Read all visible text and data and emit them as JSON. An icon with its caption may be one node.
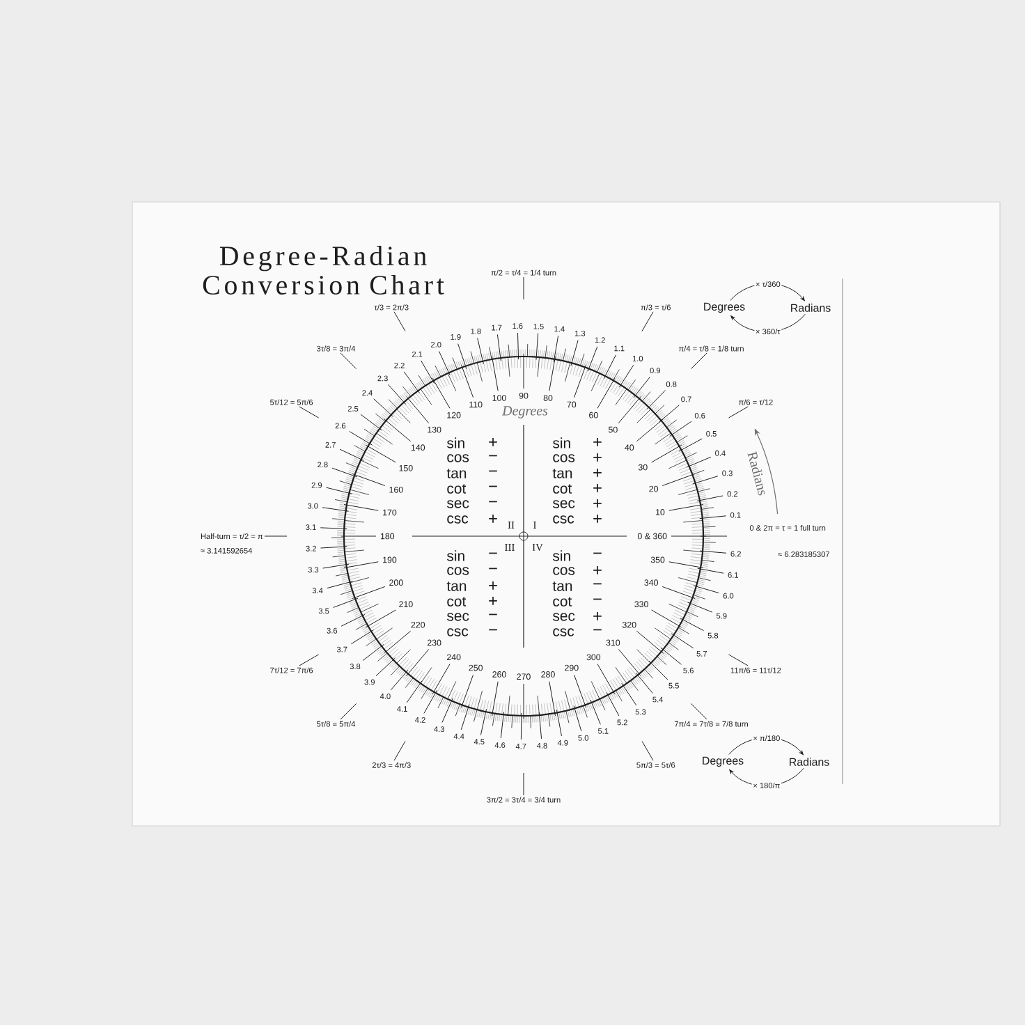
{
  "diagram": {
    "title": "Degree-Radian Conversion Chart",
    "nodes": [
      {
        "text": [
          "π/2 = τ/4 = 1/4 turn"
        ]
      },
      {
        "text": [
          "Degrees"
        ]
      },
      {
        "text": [
          "Radians"
        ]
      },
      {
        "text": [
          "τ/3 = 2π/3"
        ]
      },
      {
        "text": [
          "π/3 = τ/6"
        ]
      },
      {
        "text": [
          "3τ/8 = 3π/4"
        ]
      },
      {
        "text": [
          "π/4 = τ/8 = 1/8 turn"
        ]
      },
      {
        "text": [
          "5τ/12 = 5π/6"
        ]
      },
      {
        "text": [
          "π/6 = τ/12"
        ]
      },
      {
        "text": [
          "Half-turn = τ/2 = π"
        ],
        "beside": [
          "≈ 3.141592654"
        ]
      },
      {
        "text": [
          "7τ/12 = 7π/6"
        ]
      },
      {
        "text": [
          "11π/6 = 11τ/12"
        ]
      },
      {
        "text": [
          "5τ/8 = 5π/4"
        ]
      },
      {
        "text": [
          "7π/4 = 7τ/8 = 7/8 turn"
        ]
      },
      {
        "text": [
          "2τ/3 = 4π/3"
        ]
      },
      {
        "text": [
          "5π/3 = 5τ/6"
        ]
      },
      {
        "text": [
          "Degrees"
        ]
      },
      {
        "text": [
          "Radians"
        ]
      },
      {
        "text": [
          "3π/2 = 3τ/4 = 3/4 turn"
        ]
      }
    ],
    "edges": [
      {
        "from": 1,
        "to": 2,
        "arrow": "to",
        "label": "× τ/360"
      },
      {
        "from": 2,
        "to": 1,
        "arrow": "to",
        "label": "× 360/τ"
      },
      {
        "from": 16,
        "to": 17,
        "arrow": "to",
        "label": "× π/180"
      },
      {
        "from": 17,
        "to": 16,
        "arrow": "to",
        "label": "× 180/π"
      },
      {
        "from": 0,
        "to": null,
        "arrow": "none"
      },
      {
        "from": 3,
        "to": null,
        "arrow": "none"
      },
      {
        "from": 4,
        "to": null,
        "arrow": "none"
      },
      {
        "from": 5,
        "to": null,
        "arrow": "none"
      },
      {
        "from": 6,
        "to": null,
        "arrow": "none"
      },
      {
        "from": 7,
        "to": null,
        "arrow": "none"
      },
      {
        "from": 8,
        "to": null,
        "arrow": "none"
      },
      {
        "from": 9,
        "to": null,
        "arrow": "none"
      },
      {
        "from": 10,
        "to": null,
        "arrow": "none"
      },
      {
        "from": 11,
        "to": null,
        "arrow": "none"
      },
      {
        "from": 12,
        "to": null,
        "arrow": "none"
      },
      {
        "from": 13,
        "to": null,
        "arrow": "none"
      },
      {
        "from": 14,
        "to": null,
        "arrow": "none"
      },
      {
        "from": 15,
        "to": null,
        "arrow": "none"
      },
      {
        "from": 18,
        "to": null,
        "arrow": "none"
      }
    ],
    "labels": [
      "Degrees",
      "Radians",
      "II",
      "I",
      "III",
      "IV",
      "sin",
      "+",
      "cos",
      "−",
      "tan",
      "−",
      "cot",
      "−",
      "sec",
      "−",
      "csc",
      "+",
      "sin",
      "+",
      "cos",
      "+",
      "tan",
      "+",
      "cot",
      "+",
      "sec",
      "+",
      "csc",
      "+",
      "sin",
      "−",
      "cos",
      "−",
      "tan",
      "+",
      "cot",
      "+",
      "sec",
      "−",
      "csc",
      "−",
      "sin",
      "−",
      "cos",
      "+",
      "tan",
      "−",
      "cot",
      "−",
      "sec",
      "+",
      "csc",
      "−",
      "0 & 2π = τ = 1 full turn",
      "≈ 6.283185307",
      "180",
      "170",
      "160",
      "150",
      "140",
      "130",
      "120",
      "110",
      "100",
      "90",
      "80",
      "70",
      "60",
      "50",
      "40",
      "30",
      "20",
      "10",
      "0 & 360",
      "190",
      "200",
      "210",
      "220",
      "230",
      "240",
      "250",
      "260",
      "270",
      "280",
      "290",
      "300",
      "310",
      "320",
      "330",
      "340",
      "350",
      "3.1",
      "3.0",
      "2.9",
      "2.8",
      "2.7",
      "2.6",
      "2.5",
      "2.4",
      "2.3",
      "2.2",
      "2.1",
      "2.0",
      "1.9",
      "1.8",
      "1.7",
      "1.6",
      "1.5",
      "1.4",
      "1.3",
      "1.2",
      "1.1",
      "1.0",
      "0.9",
      "0.8",
      "0.7",
      "0.6",
      "0.5",
      "0.4",
      "0.3",
      "0.2",
      "0.1",
      "3.2",
      "3.3",
      "3.4",
      "3.5",
      "3.6",
      "3.7",
      "3.8",
      "3.9",
      "4.0",
      "4.1",
      "4.2",
      "4.3",
      "4.4",
      "4.5",
      "4.6",
      "4.7",
      "4.8",
      "4.9",
      "5.0",
      "5.1",
      "5.2",
      "5.3",
      "5.4",
      "5.5",
      "5.6",
      "5.7",
      "5.8",
      "5.9",
      "6.0",
      "6.1",
      "6.2"
    ]
  }
}
